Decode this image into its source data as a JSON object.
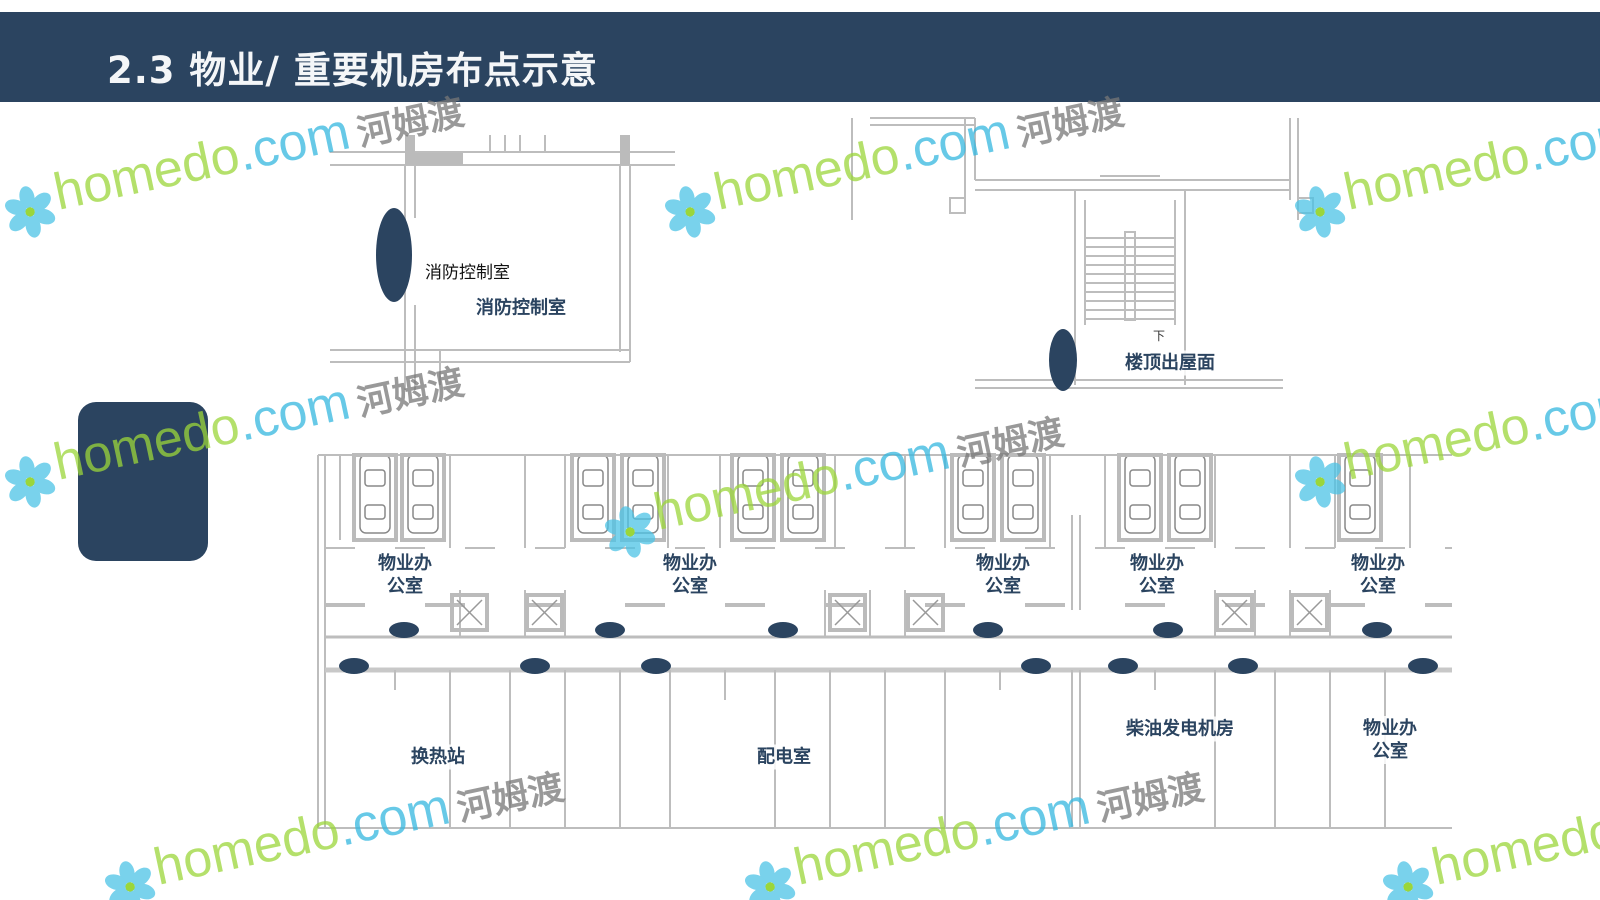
{
  "slide": {
    "title": "2.3 物业/ 重要机房布点示意"
  },
  "top_left_plan": {
    "cad_label": "消防控制室",
    "room_label": "消防控制室"
  },
  "top_right_plan": {
    "room_label": "楼顶出屋面",
    "stair_mark": "下"
  },
  "lower_plan": {
    "rooms": [
      {
        "id": "office-1",
        "label": "物业办公室"
      },
      {
        "id": "office-2",
        "label": "物业办公室"
      },
      {
        "id": "office-3",
        "label": "物业办公室"
      },
      {
        "id": "office-4",
        "label": "物业办公室"
      },
      {
        "id": "office-5",
        "label": "物业办公室"
      },
      {
        "id": "office-6",
        "label": "物业办公室"
      },
      {
        "id": "heat-exchange",
        "label": "换热站"
      },
      {
        "id": "power-distribution",
        "label": "配电室"
      },
      {
        "id": "diesel-generator",
        "label": "柴油发电机房"
      }
    ]
  },
  "watermark": {
    "brand": "homedo",
    "domain": ".com",
    "chinese": "河姆渡"
  },
  "colors": {
    "header": "#2b4460",
    "marker": "#2b4460",
    "wall": "#c8c8c8",
    "watermark_green": "#9bd63a",
    "watermark_blue": "#35b8e0"
  }
}
